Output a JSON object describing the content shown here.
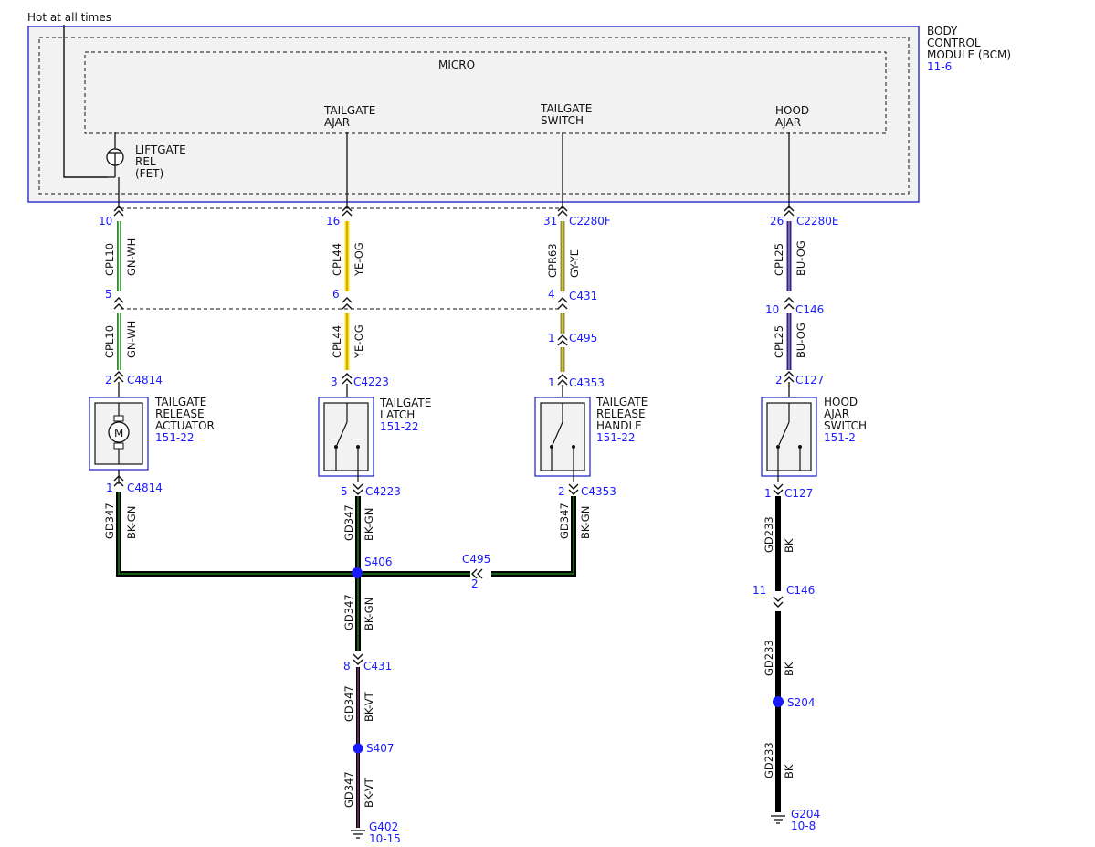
{
  "power": {
    "label": "Hot at all times"
  },
  "module": {
    "name_lines": [
      "BODY",
      "CONTROL",
      "MODULE (BCM)"
    ],
    "page_ref": "11-6",
    "micro_label": "MICRO",
    "pins": [
      {
        "lines": [
          "LIFTGATE",
          "REL",
          "(FET)"
        ]
      },
      {
        "lines": [
          "TAILGATE",
          "AJAR"
        ]
      },
      {
        "lines": [
          "TAILGATE",
          "SWITCH"
        ]
      },
      {
        "lines": [
          "HOOD",
          "AJAR"
        ]
      }
    ]
  },
  "pin_numbers": {
    "a_top": "10",
    "a_mid": "5",
    "a_bot": "2",
    "a_out": "1",
    "b_top": "16",
    "b_mid": "6",
    "b_bot": "3",
    "b_out": "5",
    "c_top": "31",
    "c_mid": "4",
    "c_495": "1",
    "c_bot": "1",
    "c_out": "2",
    "d_top": "26",
    "d_mid": "10",
    "d_bot": "2",
    "d_out": "1",
    "d_146b": "11",
    "j_495": "2",
    "g_431": "8"
  },
  "connectors": {
    "c2280f": "C2280F",
    "c2280e": "C2280E",
    "c431": "C431",
    "c495": "C495",
    "c146": "C146",
    "c4814": "C4814",
    "c4223": "C4223",
    "c4353": "C4353",
    "c127": "C127"
  },
  "wires": {
    "cpl10": "CPL10",
    "gn_wh": "GN-WH",
    "cpl44": "CPL44",
    "ye_og": "YE-OG",
    "cpr63": "CPR63",
    "gy_ye": "GY-YE",
    "cpl25": "CPL25",
    "bu_og": "BU-OG",
    "gd347": "GD347",
    "bk_gn": "BK-GN",
    "bk_vt": "BK-VT",
    "gd233": "GD233",
    "bk": "BK"
  },
  "components": {
    "actuator": {
      "lines": [
        "TAILGATE",
        "RELEASE",
        "ACTUATOR"
      ],
      "ref": "151-22",
      "symbol": "M"
    },
    "latch": {
      "lines": [
        "TAILGATE",
        "LATCH"
      ],
      "ref": "151-22"
    },
    "handle": {
      "lines": [
        "TAILGATE",
        "RELEASE",
        "HANDLE"
      ],
      "ref": "151-22"
    },
    "hood": {
      "lines": [
        "HOOD",
        "AJAR",
        "SWITCH"
      ],
      "ref": "151-2"
    }
  },
  "splices": {
    "s406": "S406",
    "s407": "S407",
    "s204": "S204"
  },
  "grounds": {
    "g402": {
      "name": "G402",
      "ref": "10-15"
    },
    "g204": {
      "name": "G204",
      "ref": "10-8"
    }
  },
  "colors": {
    "module_border": "#2b2bcc",
    "pin_blue": "#1a1aff",
    "green": "#2e8b2e",
    "white_stripe": "#ffffff",
    "yellow": "#f5e600",
    "gray_olive": "#8c8c5a",
    "blue_wire": "#2020c8",
    "orange_stripe": "#d08a20",
    "black": "#000000",
    "dark_green_stripe": "#1f7a1f",
    "violet_stripe": "#a040a0"
  }
}
